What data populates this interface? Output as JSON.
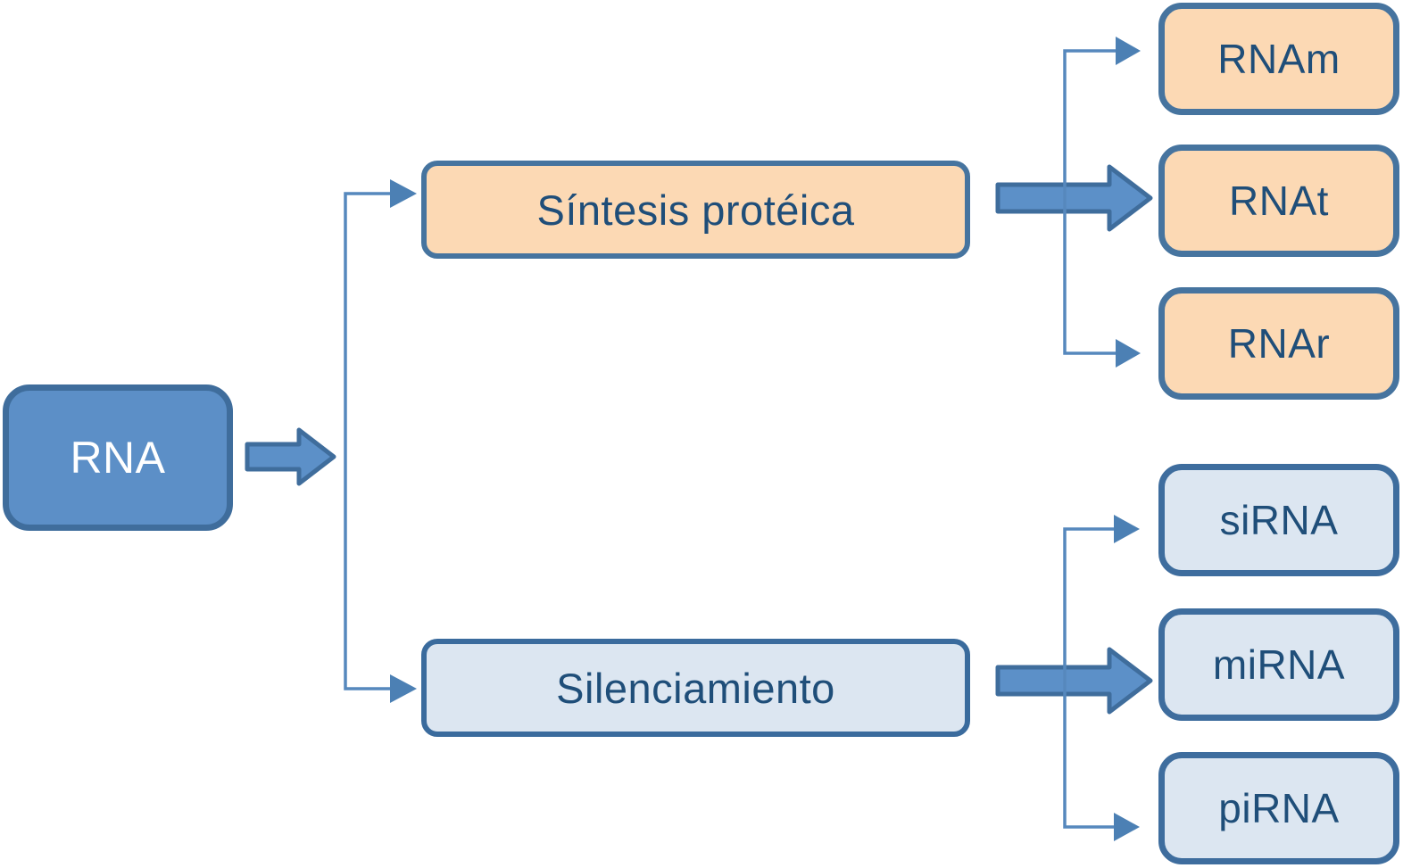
{
  "diagram": {
    "root": {
      "label": "RNA"
    },
    "branches": [
      {
        "label": "Síntesis protéica",
        "children": [
          {
            "label": "RNAm"
          },
          {
            "label": "RNAt"
          },
          {
            "label": "RNAr"
          }
        ]
      },
      {
        "label": "Silenciamiento",
        "children": [
          {
            "label": "siRNA"
          },
          {
            "label": "miRNA"
          },
          {
            "label": "piRNA"
          }
        ]
      }
    ],
    "colors": {
      "background": "#FFFFFF",
      "root_fill": "#5C8FC7",
      "root_border": "#3F6D9C",
      "root_text": "#FFFFFF",
      "synthesis_fill": "#FCD9B4",
      "synthesis_border": "#46749F",
      "silencing_fill": "#DCE6F1",
      "silencing_border": "#3E6D9E",
      "label_text": "#1F4E79",
      "connector_line": "#5688BD",
      "connector_arrowhead": "#4C80B4",
      "block_arrow_fill": "#5C90C8",
      "block_arrow_border": "#3F6D9C"
    }
  }
}
